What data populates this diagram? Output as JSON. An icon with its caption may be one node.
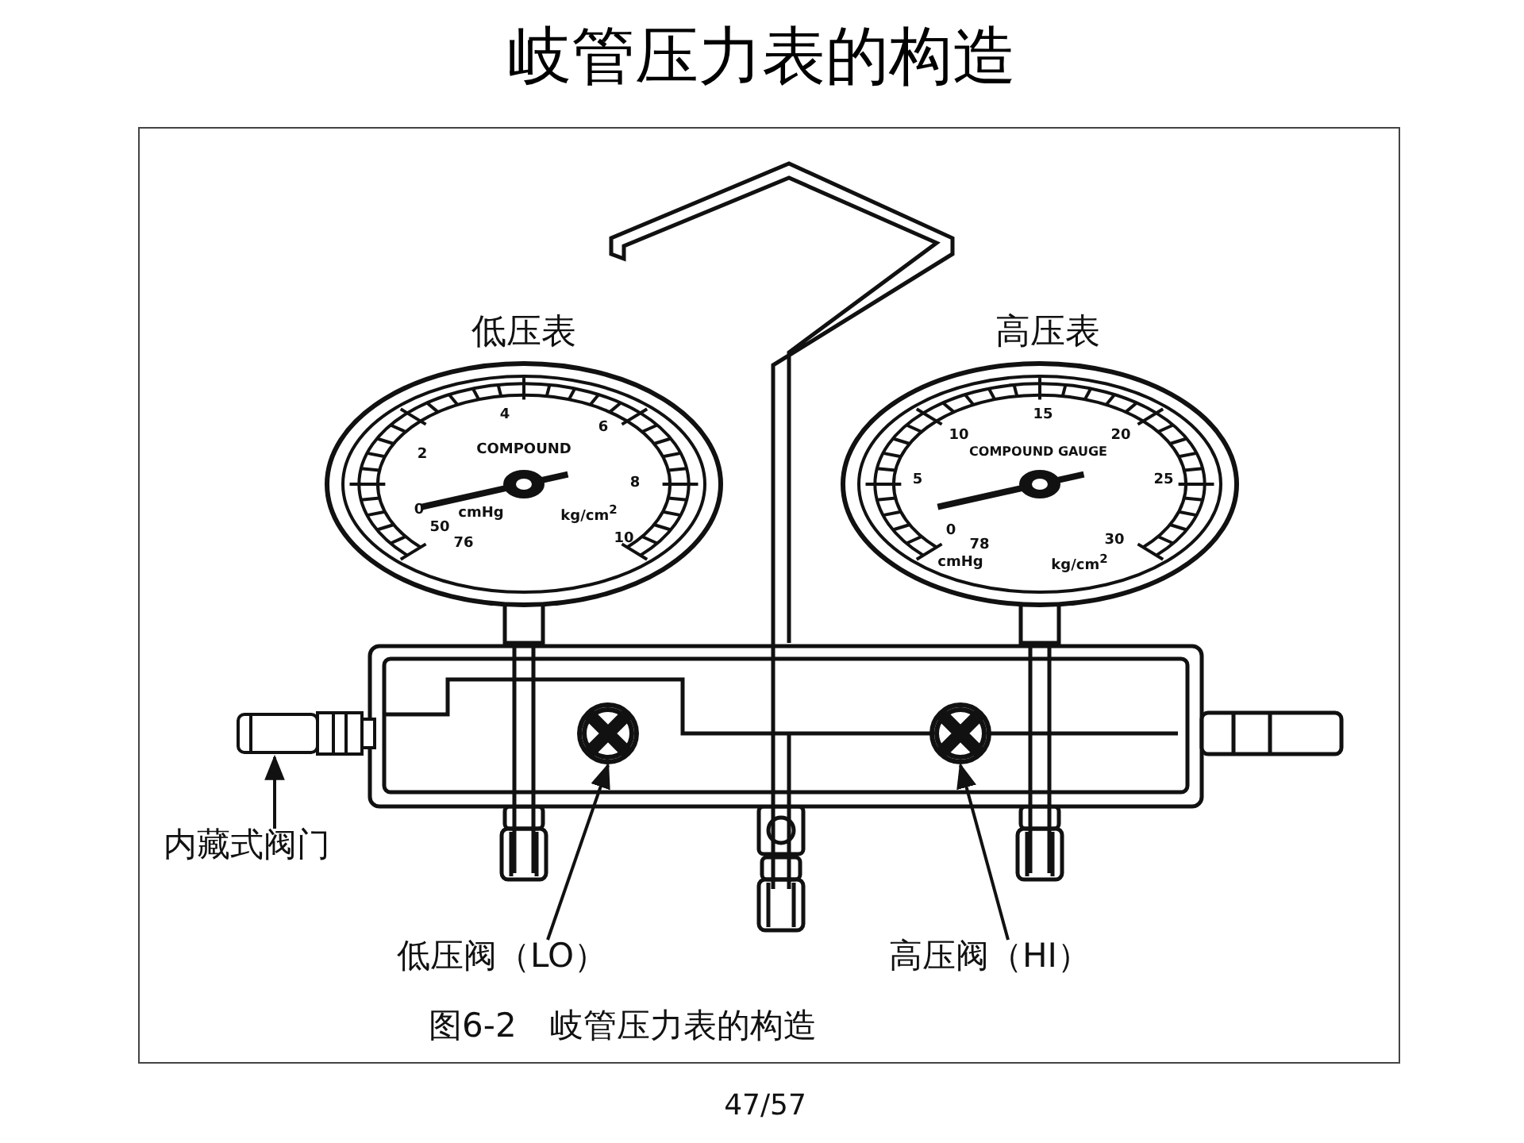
{
  "diagram": {
    "title": "岐管压力表的构造",
    "caption": "图6-2　岐管压力表的构造",
    "nodes": [
      {
        "text": [
          "内藏式阀门"
        ]
      },
      {
        "text": [],
        "shape": "box"
      },
      {
        "text": [
          "低压阀（LO）"
        ]
      },
      {
        "text": [],
        "shape": "circle"
      },
      {
        "text": [
          "高压阀（HI）"
        ]
      },
      {
        "text": [],
        "shape": "circle"
      }
    ],
    "edges": [
      {
        "from": 0,
        "to": 1,
        "arrow": "to"
      },
      {
        "from": 2,
        "to": 3,
        "arrow": "to"
      },
      {
        "from": 4,
        "to": 5,
        "arrow": "to"
      }
    ],
    "labels": [
      "低压表",
      "高压表",
      "4",
      "6",
      "2",
      "COMPOUND",
      "8",
      "0",
      "cmHg",
      "kg/cm$^{2}$",
      "50",
      "76",
      "10",
      "15",
      "10",
      "20",
      "COMPOUND GAUGE",
      "5",
      "25",
      "0",
      "78",
      "30",
      "cmHg",
      "kg/cm$^{2}$",
      "47/57"
    ]
  }
}
